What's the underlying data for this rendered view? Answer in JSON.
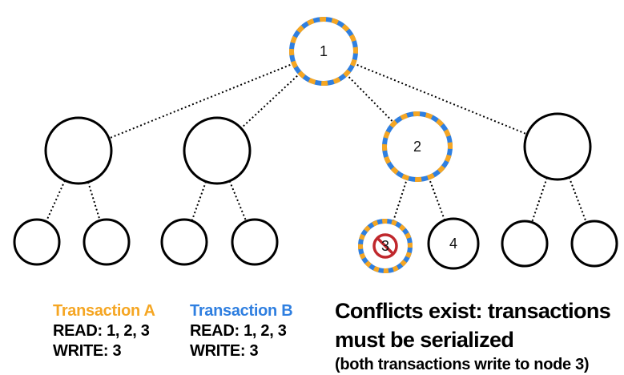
{
  "colors": {
    "transaction_a": "#f5a623",
    "transaction_b": "#2f7fe0",
    "node_stroke": "#000000",
    "blocked": "#c0282d"
  },
  "tree": {
    "nodes": [
      {
        "id": "root",
        "label": "1",
        "accessed_by": [
          "A",
          "B"
        ]
      },
      {
        "id": "l2-1",
        "label": "",
        "accessed_by": []
      },
      {
        "id": "l2-2",
        "label": "",
        "accessed_by": []
      },
      {
        "id": "l2-3",
        "label": "2",
        "accessed_by": [
          "A",
          "B"
        ]
      },
      {
        "id": "l2-4",
        "label": "",
        "accessed_by": []
      },
      {
        "id": "l3-1",
        "label": "",
        "accessed_by": []
      },
      {
        "id": "l3-2",
        "label": "",
        "accessed_by": []
      },
      {
        "id": "l3-3",
        "label": "",
        "accessed_by": []
      },
      {
        "id": "l3-4",
        "label": "",
        "accessed_by": []
      },
      {
        "id": "l3-5",
        "label": "3",
        "accessed_by": [
          "A",
          "B"
        ],
        "blocked": true
      },
      {
        "id": "l3-6",
        "label": "4",
        "accessed_by": []
      },
      {
        "id": "l3-7",
        "label": "",
        "accessed_by": []
      },
      {
        "id": "l3-8",
        "label": "",
        "accessed_by": []
      }
    ],
    "edges": [
      [
        "root",
        "l2-1"
      ],
      [
        "root",
        "l2-2"
      ],
      [
        "root",
        "l2-3"
      ],
      [
        "root",
        "l2-4"
      ],
      [
        "l2-1",
        "l3-1"
      ],
      [
        "l2-1",
        "l3-2"
      ],
      [
        "l2-2",
        "l3-3"
      ],
      [
        "l2-2",
        "l3-4"
      ],
      [
        "l2-3",
        "l3-5"
      ],
      [
        "l2-3",
        "l3-6"
      ],
      [
        "l2-4",
        "l3-7"
      ],
      [
        "l2-4",
        "l3-8"
      ]
    ],
    "blocked_icon": "no-entry-icon"
  },
  "legend": {
    "transaction_a": {
      "title": "Transaction A",
      "read": "READ: 1, 2, 3",
      "write": "WRITE: 3"
    },
    "transaction_b": {
      "title": "Transaction B",
      "read": "READ: 1, 2, 3",
      "write": "WRITE: 3"
    }
  },
  "conclusion": {
    "line1": "Conflicts exist: transactions",
    "line2": "must be serialized",
    "line3": "(both transactions write to node 3)"
  }
}
